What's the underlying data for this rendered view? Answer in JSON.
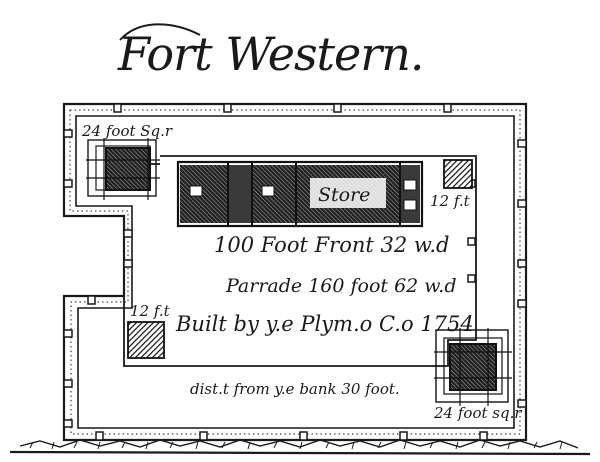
{
  "title": "Fort Western.",
  "labels": {
    "blockhouse_top_left": "24 foot Sq.r",
    "store": "Store",
    "flanker_right": "12 f.t",
    "front": "100 Foot Front 32 w.d",
    "parade": "Parrade 160 foot 62 w.d",
    "flanker_left": "12 f.t",
    "built_by": "Built by y.e Plym.o C.o 1754",
    "distance": "dist.t from y.e bank 30 foot.",
    "blockhouse_bottom_right": "24 foot sq.r"
  },
  "colors": {
    "ink": "#1a1a1a",
    "paper": "#ffffff"
  }
}
